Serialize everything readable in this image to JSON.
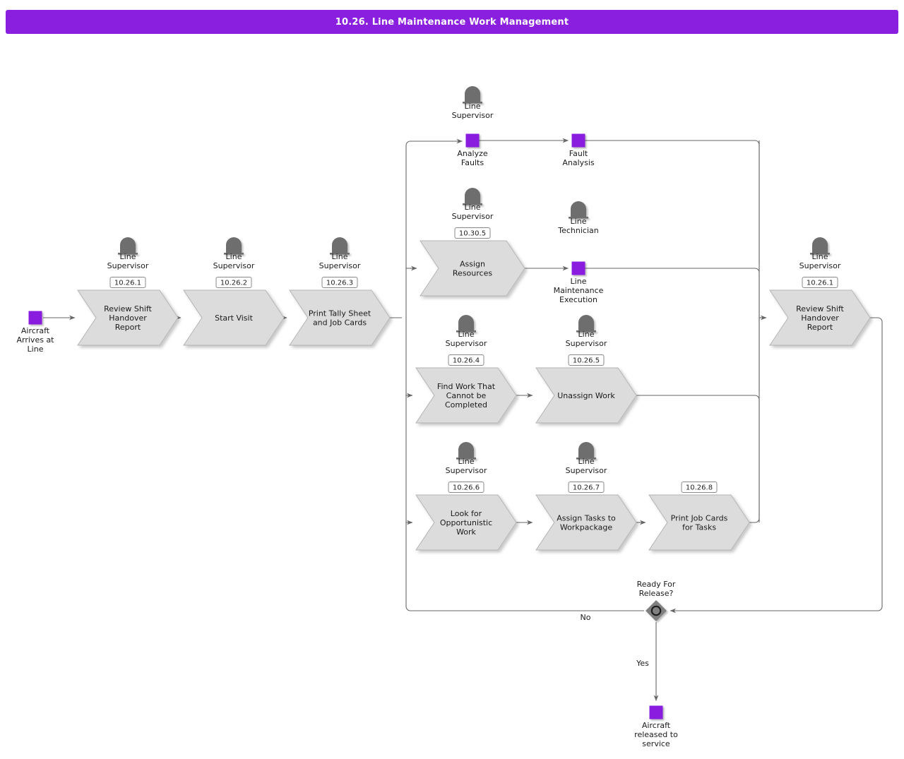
{
  "header": {
    "title": "10.26. Line Maintenance Work Management",
    "bar_color": "#8A1FE0",
    "text_color": "#FFFFFF"
  },
  "theme": {
    "accent": "#8A1FE0",
    "process_fill": "#DCDCDC",
    "process_stroke": "#B4B4B4",
    "line": "#666666",
    "role_icon": "#6E6E6E",
    "decision_fill": "#808080",
    "badge_fill": "#FFFFFF",
    "badge_stroke": "#888888",
    "text": "#1A1A1A"
  },
  "diagram": {
    "type": "process-flow",
    "start_event": {
      "name": "start-aircraft-arrives",
      "label": "Aircraft\nArrives at\nLine",
      "shape": "event-square",
      "color": "#8A1FE0"
    },
    "end_event": {
      "name": "end-aircraft-released",
      "label": "Aircraft\nreleased to\nservice",
      "shape": "event-square",
      "color": "#8A1FE0"
    },
    "decision": {
      "name": "decision-ready-for-release",
      "label": "Ready For\nRelease?",
      "shape": "diamond",
      "yes_label": "Yes",
      "no_label": "No"
    },
    "nodes": [
      {
        "id": "n1",
        "label": "Review Shift\nHandover\nReport",
        "shape": "chevron",
        "role": "Line\nSupervisor",
        "badge": "10.26.1"
      },
      {
        "id": "n2",
        "label": "Start Visit",
        "shape": "chevron",
        "role": "Line\nSupervisor",
        "badge": "10.26.2"
      },
      {
        "id": "n3",
        "label": "Print Tally Sheet\nand Job Cards",
        "shape": "chevron",
        "role": "Line\nSupervisor",
        "badge": "10.26.3"
      },
      {
        "id": "n4",
        "label": "Analyze\nFaults",
        "shape": "event-square",
        "role": "Line\nSupervisor",
        "badge": ""
      },
      {
        "id": "n5",
        "label": "Fault\nAnalysis",
        "shape": "event-square",
        "role": "",
        "badge": ""
      },
      {
        "id": "n6",
        "label": "Assign\nResources",
        "shape": "chevron",
        "role": "Line\nSupervisor",
        "badge": "10.30.5"
      },
      {
        "id": "n7",
        "label": "Line\nMaintenance\nExecution",
        "shape": "event-square",
        "role": "Line\nTechnician",
        "badge": ""
      },
      {
        "id": "n8",
        "label": "Find Work That\nCannot be\nCompleted",
        "shape": "chevron",
        "role": "Line\nSupervisor",
        "badge": "10.26.4"
      },
      {
        "id": "n9",
        "label": "Unassign Work",
        "shape": "chevron",
        "role": "Line\nSupervisor",
        "badge": "10.26.5"
      },
      {
        "id": "n10",
        "label": "Look for\nOpportunistic\nWork",
        "shape": "chevron",
        "role": "Line\nSupervisor",
        "badge": "10.26.6"
      },
      {
        "id": "n11",
        "label": "Assign Tasks to\nWorkpackage",
        "shape": "chevron",
        "role": "Line\nSupervisor",
        "badge": "10.26.7"
      },
      {
        "id": "n12",
        "label": "Print Job Cards\nfor Tasks",
        "shape": "chevron",
        "role": "",
        "badge": "10.26.8"
      },
      {
        "id": "n13",
        "label": "Review Shift\nHandover\nReport",
        "shape": "chevron",
        "role": "Line\nSupervisor",
        "badge": "10.26.1"
      }
    ],
    "roles": [
      "Line Supervisor",
      "Line Technician"
    ]
  }
}
